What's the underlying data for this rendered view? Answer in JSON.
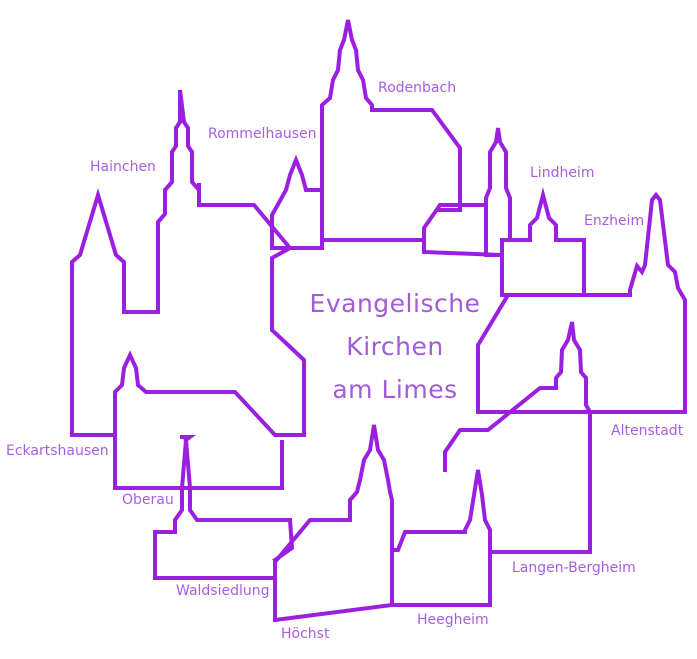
{
  "title": {
    "line1": "Evangelische",
    "line2": "Kirchen",
    "line3": "am Limes"
  },
  "places": {
    "rodenbach": "Rodenbach",
    "rommelhausen": "Rommelhausen",
    "hainchen": "Hainchen",
    "lindheim": "Lindheim",
    "enzheim": "Enzheim",
    "altenstadt": "Altenstadt",
    "langen_bergheim": "Langen-Bergheim",
    "heegheim": "Heegheim",
    "hoechst": "Höchst",
    "waldsiedlung": "Waldsiedlung",
    "oberau": "Oberau",
    "eckartshausen": "Eckartshausen"
  },
  "colors": {
    "outline": "#9b1fe0",
    "text": "#a85ee0"
  }
}
